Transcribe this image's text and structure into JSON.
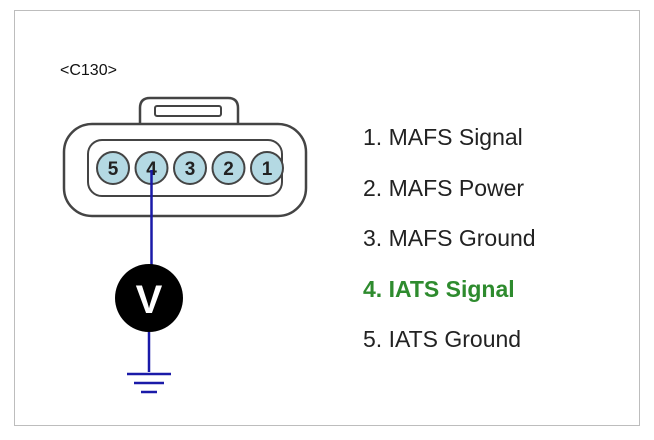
{
  "connector": {
    "label": "<C130>",
    "pins": [
      "5",
      "4",
      "3",
      "2",
      "1"
    ]
  },
  "meter": {
    "symbol": "V",
    "probe_pin": "4"
  },
  "pin_list": [
    {
      "text": "1. MAFS Signal",
      "highlight": false
    },
    {
      "text": "2. MAFS Power",
      "highlight": false
    },
    {
      "text": "3. MAFS Ground",
      "highlight": false
    },
    {
      "text": "4. IATS Signal",
      "highlight": true
    },
    {
      "text": "5. IATS Ground",
      "highlight": false
    }
  ],
  "colors": {
    "pin_fill": "#b4d9e3",
    "wire": "#1a1aa8",
    "highlight": "#2e8b2e",
    "meter_fill": "#000000",
    "body_stroke": "#444444"
  }
}
